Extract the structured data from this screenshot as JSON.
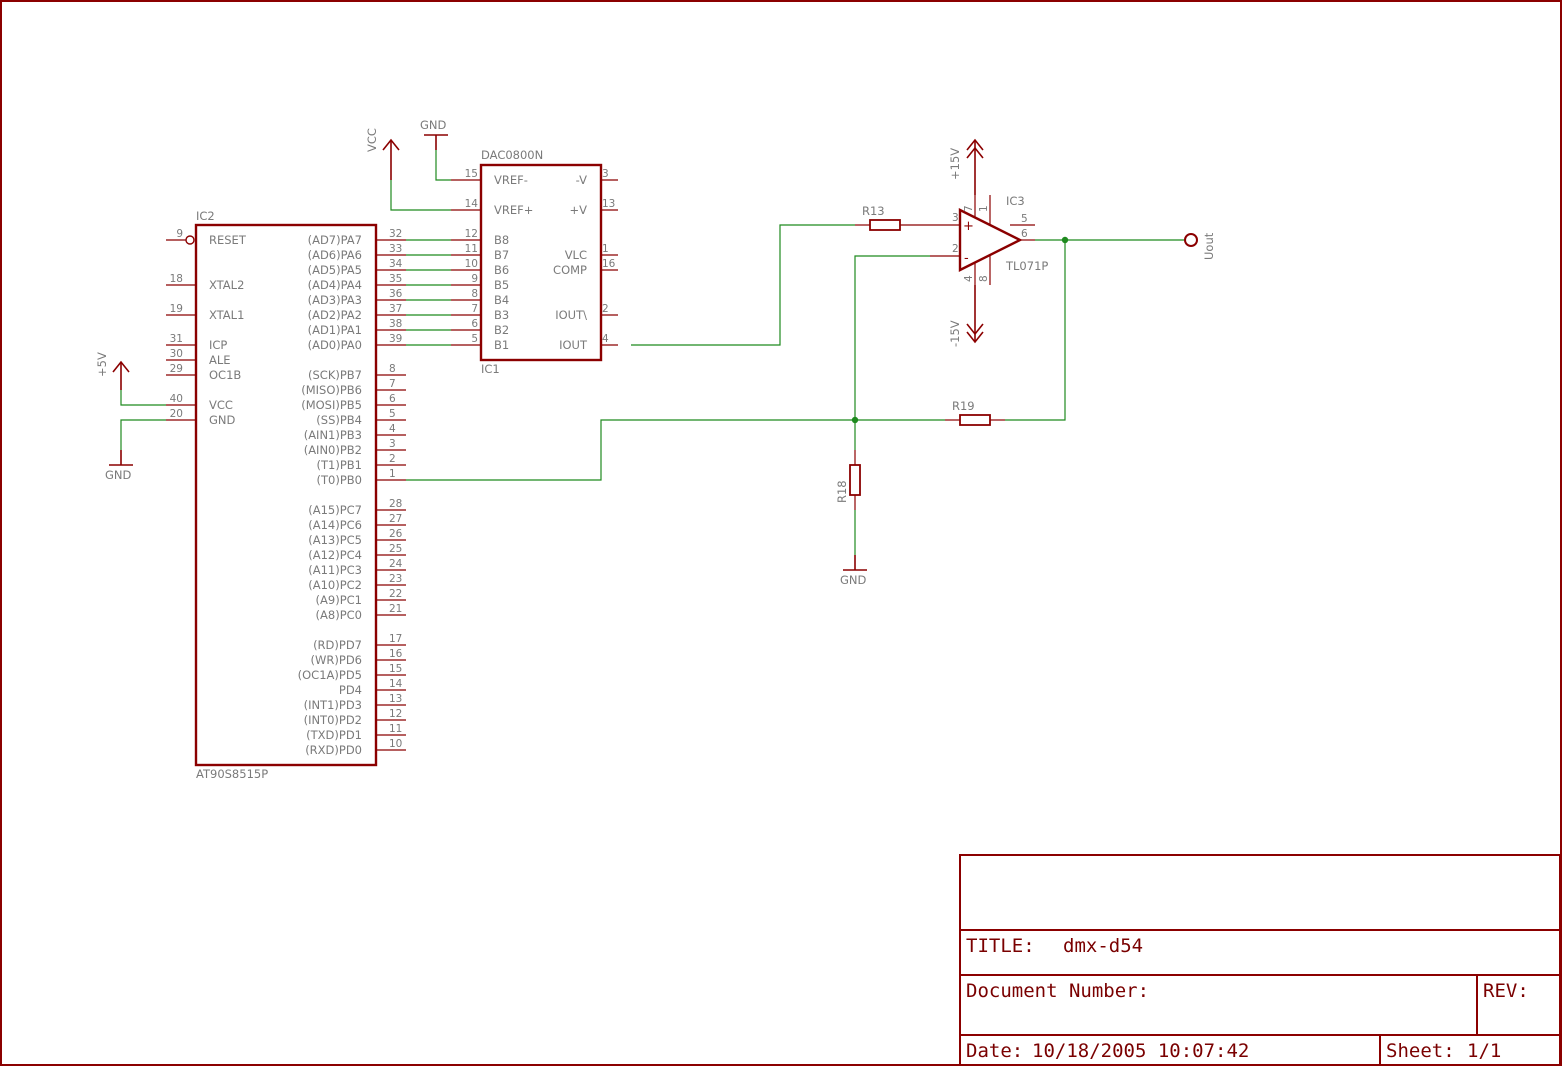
{
  "title_block": {
    "title_label": "TITLE:",
    "title_value": "dmx-d54",
    "doc_number_label": "Document Number:",
    "rev_label": "REV:",
    "date_label": "Date:",
    "date_value": "10/18/2005 10:07:42",
    "sheet_label": "Sheet:",
    "sheet_value": "1/1"
  },
  "ic2": {
    "name": "IC2",
    "value": "AT90S8515P",
    "left_pins": [
      {
        "num": "9",
        "label": "RESET"
      },
      {
        "num": "18",
        "label": "XTAL2"
      },
      {
        "num": "19",
        "label": "XTAL1"
      },
      {
        "num": "31",
        "label": "ICP"
      },
      {
        "num": "30",
        "label": "ALE"
      },
      {
        "num": "29",
        "label": "OC1B"
      },
      {
        "num": "40",
        "label": "VCC"
      },
      {
        "num": "20",
        "label": "GND"
      }
    ],
    "right_pins": [
      {
        "num": "32",
        "label": "(AD7)PA7"
      },
      {
        "num": "33",
        "label": "(AD6)PA6"
      },
      {
        "num": "34",
        "label": "(AD5)PA5"
      },
      {
        "num": "35",
        "label": "(AD4)PA4"
      },
      {
        "num": "36",
        "label": "(AD3)PA3"
      },
      {
        "num": "37",
        "label": "(AD2)PA2"
      },
      {
        "num": "38",
        "label": "(AD1)PA1"
      },
      {
        "num": "39",
        "label": "(AD0)PA0"
      },
      {
        "num": "8",
        "label": "(SCK)PB7"
      },
      {
        "num": "7",
        "label": "(MISO)PB6"
      },
      {
        "num": "6",
        "label": "(MOSI)PB5"
      },
      {
        "num": "5",
        "label": "(SS)PB4"
      },
      {
        "num": "4",
        "label": "(AIN1)PB3"
      },
      {
        "num": "3",
        "label": "(AIN0)PB2"
      },
      {
        "num": "2",
        "label": "(T1)PB1"
      },
      {
        "num": "1",
        "label": "(T0)PB0"
      },
      {
        "num": "28",
        "label": "(A15)PC7"
      },
      {
        "num": "27",
        "label": "(A14)PC6"
      },
      {
        "num": "26",
        "label": "(A13)PC5"
      },
      {
        "num": "25",
        "label": "(A12)PC4"
      },
      {
        "num": "24",
        "label": "(A11)PC3"
      },
      {
        "num": "23",
        "label": "(A10)PC2"
      },
      {
        "num": "22",
        "label": "(A9)PC1"
      },
      {
        "num": "21",
        "label": "(A8)PC0"
      },
      {
        "num": "17",
        "label": "(RD)PD7"
      },
      {
        "num": "16",
        "label": "(WR)PD6"
      },
      {
        "num": "15",
        "label": "(OC1A)PD5"
      },
      {
        "num": "14",
        "label": "PD4"
      },
      {
        "num": "13",
        "label": "(INT1)PD3"
      },
      {
        "num": "12",
        "label": "(INT0)PD2"
      },
      {
        "num": "11",
        "label": "(TXD)PD1"
      },
      {
        "num": "10",
        "label": "(RXD)PD0"
      }
    ]
  },
  "ic1": {
    "name": "IC1",
    "value": "DAC0800N",
    "left_pins": [
      {
        "num": "15",
        "label": "VREF-"
      },
      {
        "num": "14",
        "label": "VREF+"
      },
      {
        "num": "12",
        "label": "B8"
      },
      {
        "num": "11",
        "label": "B7"
      },
      {
        "num": "10",
        "label": "B6"
      },
      {
        "num": "9",
        "label": "B5"
      },
      {
        "num": "8",
        "label": "B4"
      },
      {
        "num": "7",
        "label": "B3"
      },
      {
        "num": "6",
        "label": "B2"
      },
      {
        "num": "5",
        "label": "B1"
      }
    ],
    "right_pins": [
      {
        "num": "3",
        "label": "-V"
      },
      {
        "num": "13",
        "label": "+V"
      },
      {
        "num": "1",
        "label": "VLC"
      },
      {
        "num": "16",
        "label": "COMP"
      },
      {
        "num": "2",
        "label": "IOUT\\"
      },
      {
        "num": "4",
        "label": "IOUT"
      }
    ]
  },
  "ic3": {
    "name": "IC3",
    "value": "TL071P",
    "pins": {
      "p1": "1",
      "p2": "2",
      "p3": "3",
      "p4": "4",
      "p5": "5",
      "p6": "6",
      "p7": "7",
      "p8": "8"
    },
    "plus_sign": "+",
    "minus_sign": "-"
  },
  "resistors": {
    "r13": "R13",
    "r18": "R18",
    "r19": "R19"
  },
  "supplies": {
    "vcc": "VCC",
    "gnd_top": "GND",
    "plus5v": "+5V",
    "gnd_left": "GND",
    "plus15v": "+15V",
    "minus15v": "-15V",
    "gnd_r18": "GND"
  },
  "output_label": "Uout",
  "colors": {
    "part": "#8b0000",
    "wire": "#1f8a1f",
    "text": "#7a7a7a"
  }
}
